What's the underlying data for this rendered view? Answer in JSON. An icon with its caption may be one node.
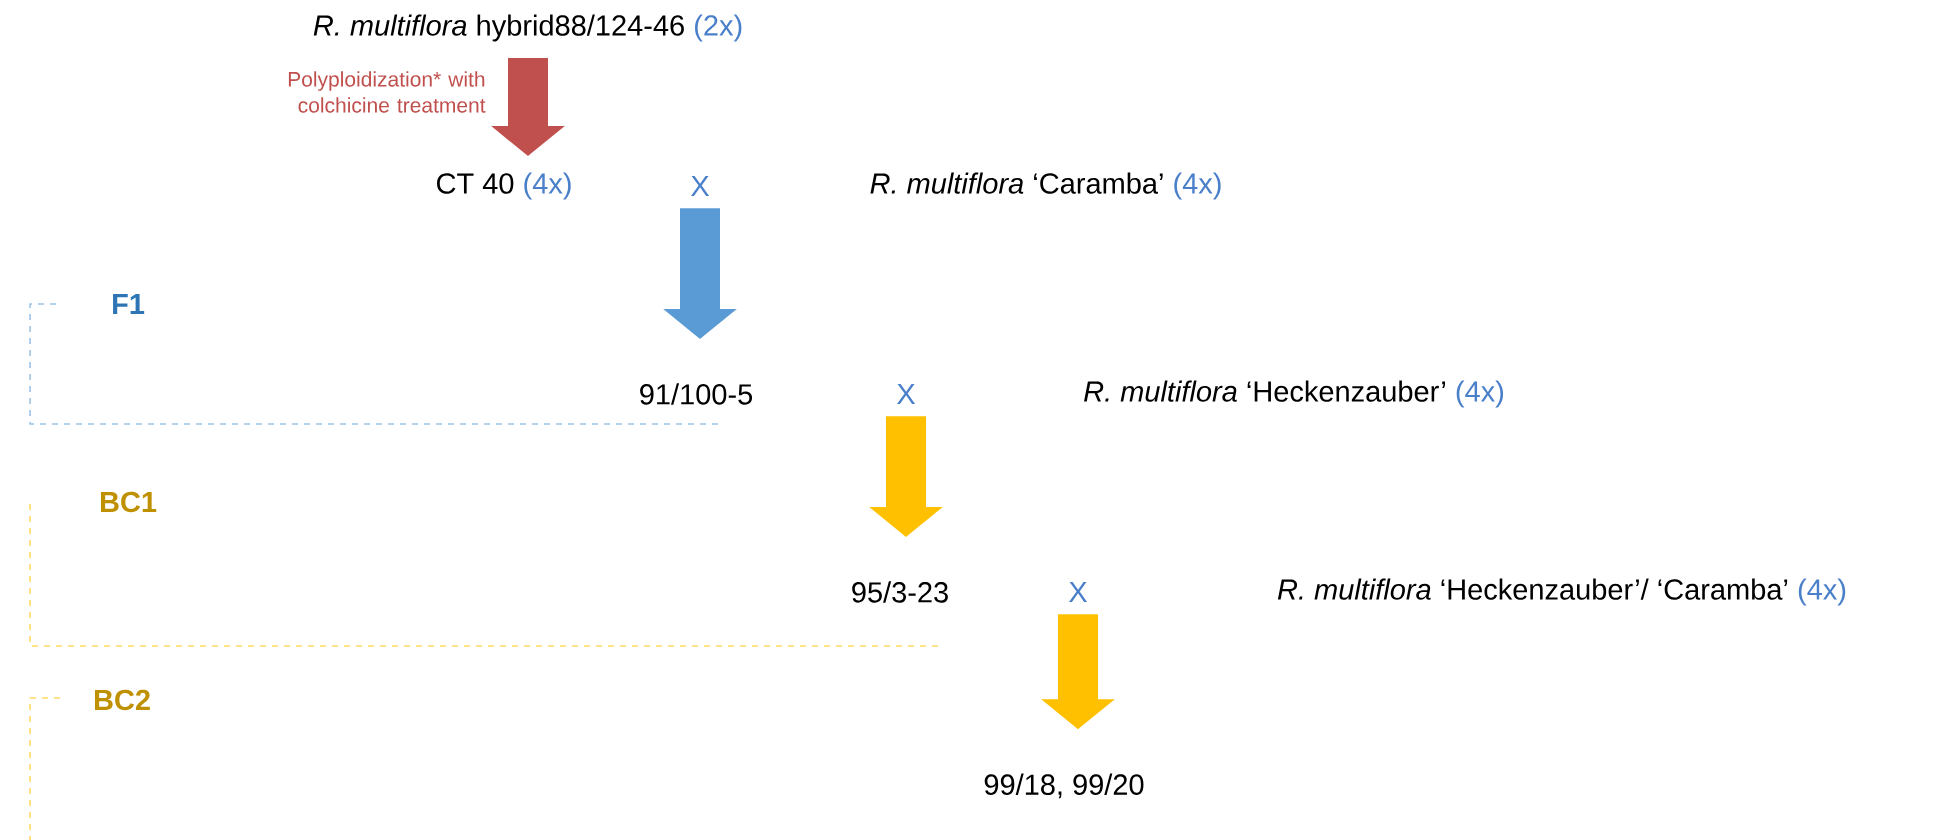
{
  "diagram": {
    "nodes": [
      {
        "text": [
          "*R. multiflora* hybrid88/124-46",
          "(2x)"
        ]
      },
      {
        "text": [
          "CT 40",
          "(4x)"
        ]
      },
      {
        "text": [
          "X"
        ]
      },
      {
        "text": [
          "*R. multiflora* ‘Caramba’",
          "(4x)"
        ]
      },
      {
        "text": [
          "91/100-5"
        ]
      },
      {
        "text": [
          "X"
        ]
      },
      {
        "text": [
          "*R. multiflora* ‘Heckenzauber’",
          "(4x)"
        ]
      },
      {
        "text": [
          "95/3-23"
        ]
      },
      {
        "text": [
          "X"
        ]
      },
      {
        "text": [
          "*R. multiflora* ‘Heckenzauber’/ ‘Caramba’",
          "(4x)"
        ]
      },
      {
        "text": [
          "99/18, 99/20"
        ]
      }
    ],
    "edges": [
      {
        "from": 0,
        "to": 1,
        "arrow": "to",
        "label": "Polyploidization* with colchicine treatment",
        "color": "#c0504d"
      },
      {
        "from": 2,
        "to": 4,
        "arrow": "to",
        "color": "#5b9bd5"
      },
      {
        "from": 5,
        "to": 7,
        "arrow": "to",
        "color": "#ffc000"
      },
      {
        "from": 8,
        "to": 10,
        "arrow": "to",
        "color": "#ffc000"
      }
    ],
    "labels": [
      "F1",
      "BC1",
      "BC2"
    ]
  }
}
